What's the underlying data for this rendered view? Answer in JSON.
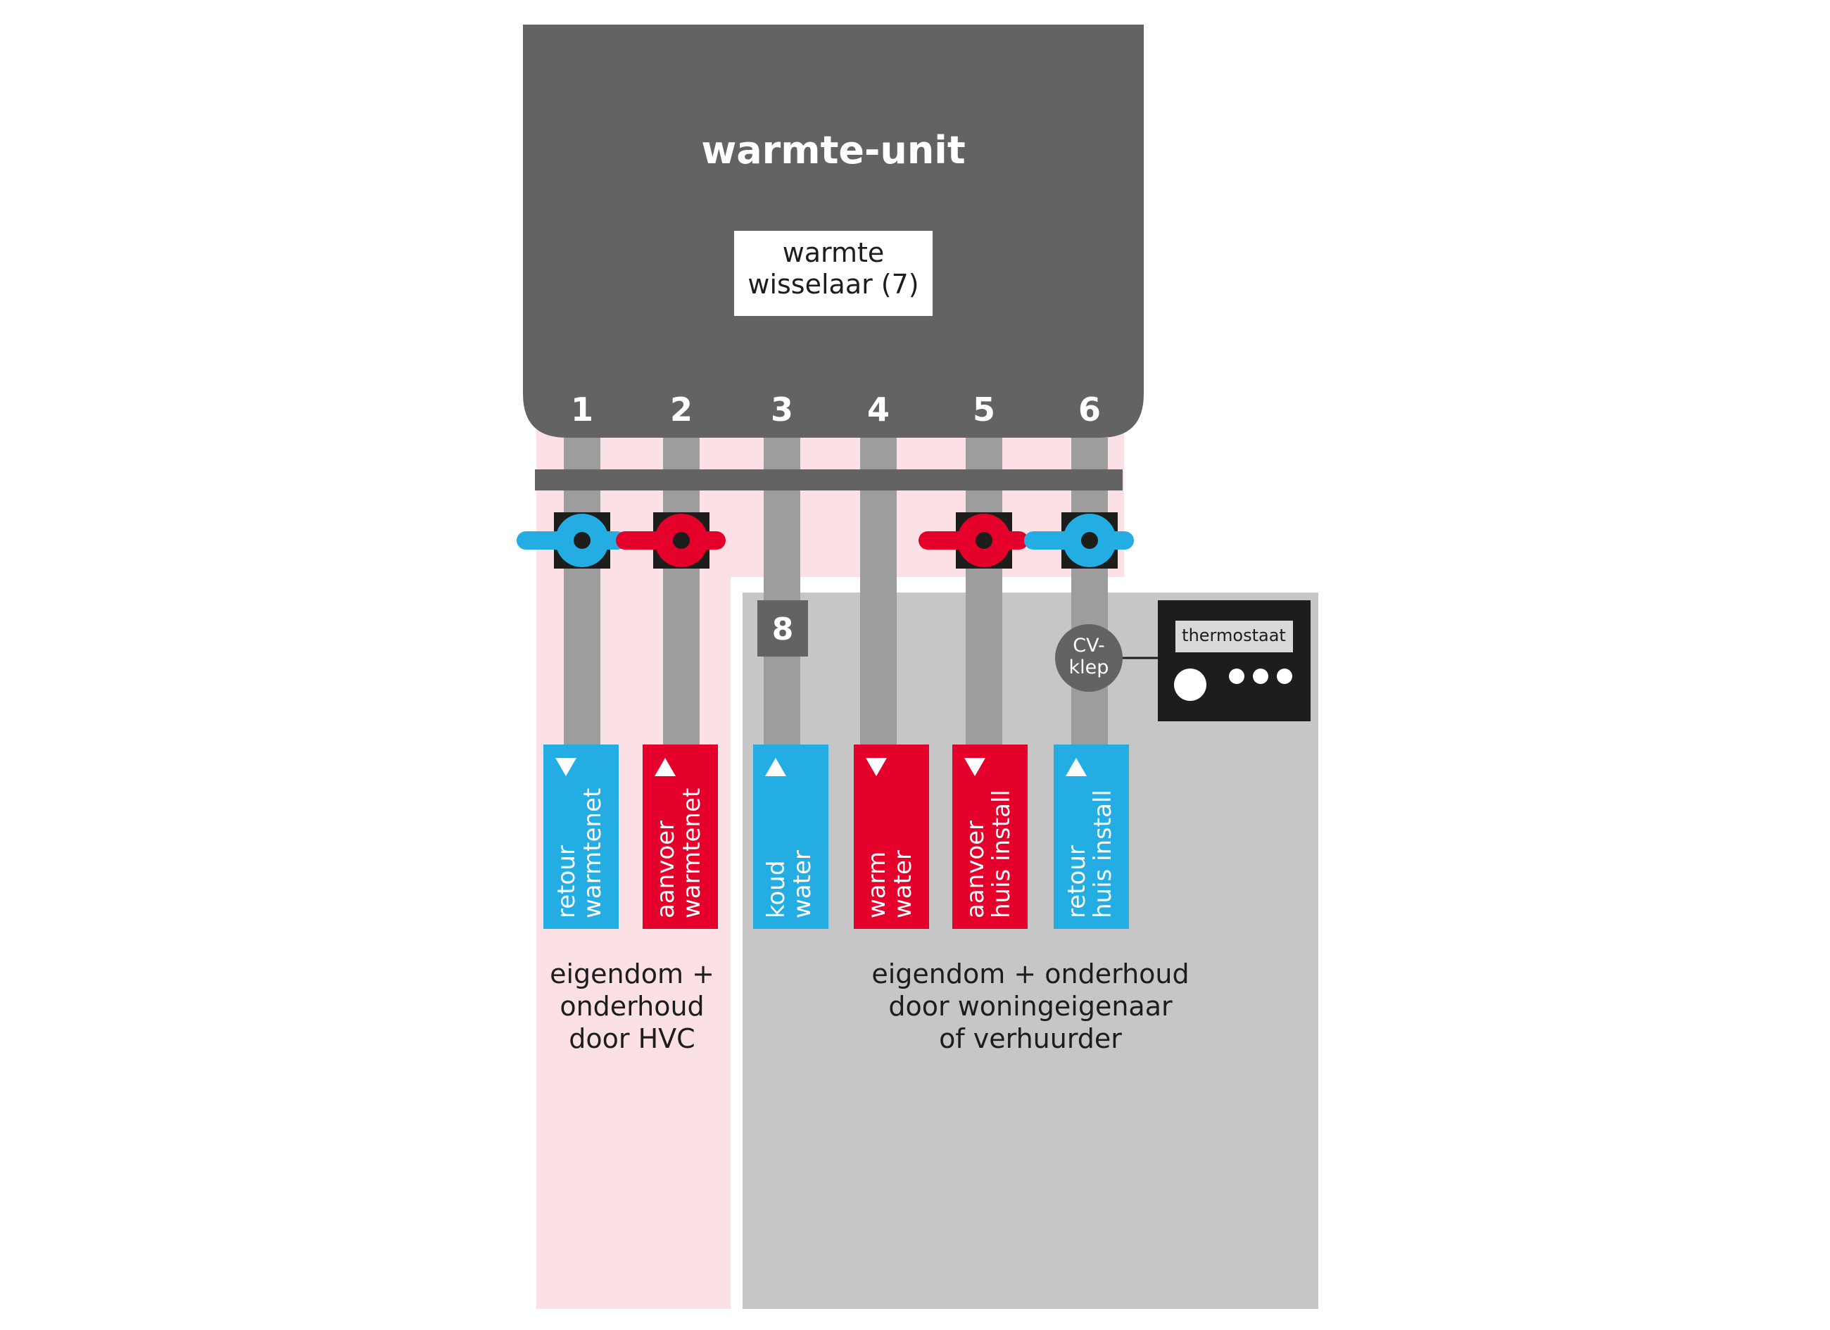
{
  "unit": {
    "title": "warmte-unit",
    "exchanger_line1": "warmte",
    "exchanger_line2": "wisselaar (7)"
  },
  "connections": [
    {
      "num": "1",
      "label_line1": "retour",
      "label_line2": "warmtenet",
      "direction": "down",
      "color": "#23ade3",
      "valve": "blue"
    },
    {
      "num": "2",
      "label_line1": "aanvoer",
      "label_line2": "warmtenet",
      "direction": "up",
      "color": "#e4002b",
      "valve": "red"
    },
    {
      "num": "3",
      "label_line1": "koud",
      "label_line2": "water",
      "direction": "up",
      "color": "#23ade3",
      "valve": ""
    },
    {
      "num": "4",
      "label_line1": "warm",
      "label_line2": "water",
      "direction": "down",
      "color": "#e4002b",
      "valve": ""
    },
    {
      "num": "5",
      "label_line1": "aanvoer",
      "label_line2": "huis install",
      "direction": "down",
      "color": "#e4002b",
      "valve": "red"
    },
    {
      "num": "6",
      "label_line1": "retour",
      "label_line2": "huis install",
      "direction": "up",
      "color": "#23ade3",
      "valve": "blue"
    }
  ],
  "meter_label": "8",
  "cv_valve": {
    "line1": "CV-",
    "line2": "klep"
  },
  "thermostat_label": "thermostaat",
  "ownership_hvc": {
    "line1": "eigendom +",
    "line2": "onderhoud",
    "line3": "door HVC"
  },
  "ownership_owner": {
    "line1": "eigendom + onderhoud",
    "line2": "door woningeigenaar",
    "line3": "of verhuurder"
  },
  "colors": {
    "unit": "#636363",
    "pipe": "#9d9d9d",
    "hvc_zone": "#fbe1e5",
    "owner_zone": "#c6c6c6",
    "blue": "#23ade3",
    "red": "#e4002b",
    "dark": "#1d1d1b"
  }
}
